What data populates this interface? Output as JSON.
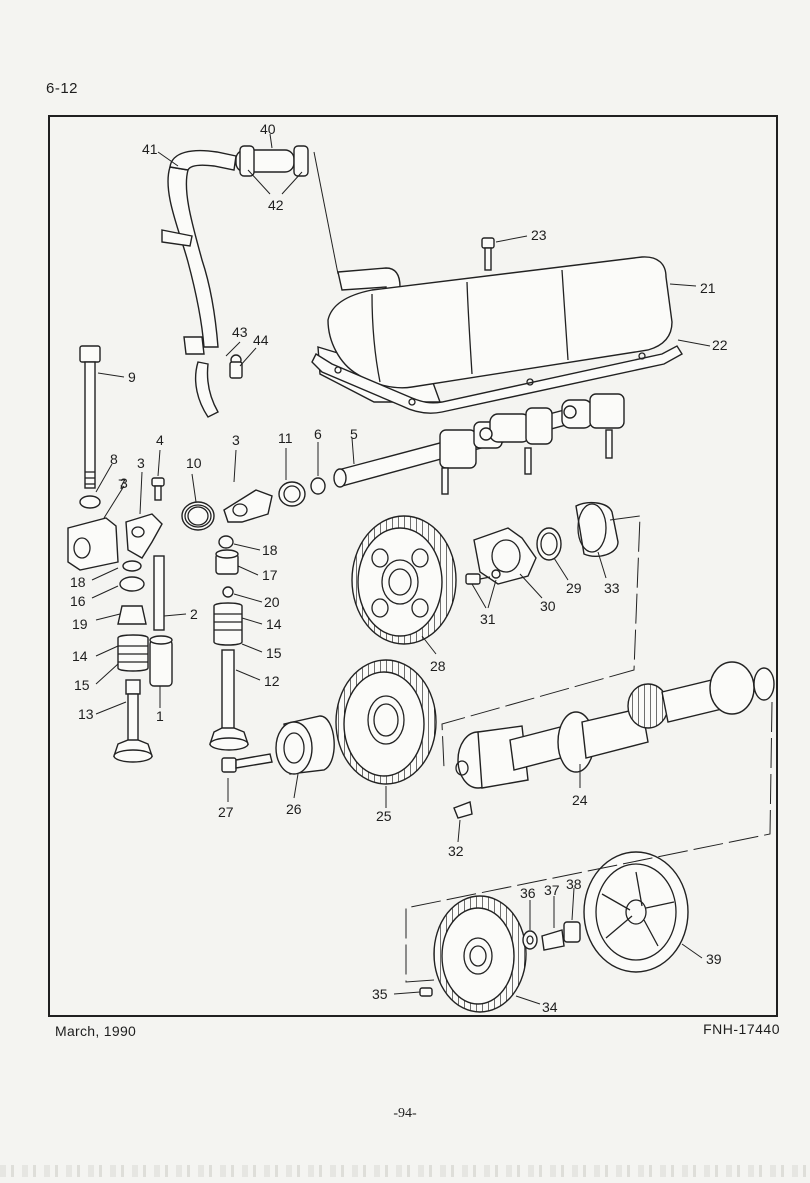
{
  "header": {
    "page_code": "6-12"
  },
  "footer": {
    "date": "March, 1990",
    "doc_number": "FNH-17440",
    "page_number": "-94-"
  },
  "diagram": {
    "callouts": [
      "1",
      "2",
      "3",
      "4",
      "5",
      "6",
      "7",
      "8",
      "9",
      "10",
      "11",
      "12",
      "13",
      "14",
      "15",
      "16",
      "17",
      "18",
      "19",
      "20",
      "21",
      "22",
      "23",
      "24",
      "25",
      "26",
      "27",
      "28",
      "29",
      "30",
      "31",
      "32",
      "33",
      "34",
      "35",
      "36",
      "37",
      "38",
      "39",
      "40",
      "41",
      "42",
      "43",
      "44"
    ],
    "labels": [
      {
        "id": "40",
        "text": "40"
      },
      {
        "id": "41",
        "text": "41"
      },
      {
        "id": "42",
        "text": "42"
      },
      {
        "id": "23",
        "text": "23"
      },
      {
        "id": "21",
        "text": "21"
      },
      {
        "id": "22",
        "text": "22"
      },
      {
        "id": "43",
        "text": "43"
      },
      {
        "id": "44",
        "text": "44"
      },
      {
        "id": "9",
        "text": "9"
      },
      {
        "id": "4",
        "text": "4"
      },
      {
        "id": "3a",
        "text": "3"
      },
      {
        "id": "3b",
        "text": "3"
      },
      {
        "id": "11",
        "text": "11"
      },
      {
        "id": "6",
        "text": "6"
      },
      {
        "id": "5",
        "text": "5"
      },
      {
        "id": "8",
        "text": "8"
      },
      {
        "id": "3c",
        "text": "3"
      },
      {
        "id": "10",
        "text": "10"
      },
      {
        "id": "7",
        "text": "7"
      },
      {
        "id": "18a",
        "text": "18"
      },
      {
        "id": "18b",
        "text": "18"
      },
      {
        "id": "16",
        "text": "16"
      },
      {
        "id": "17",
        "text": "17"
      },
      {
        "id": "20",
        "text": "20"
      },
      {
        "id": "19",
        "text": "19"
      },
      {
        "id": "2",
        "text": "2"
      },
      {
        "id": "14a",
        "text": "14"
      },
      {
        "id": "14b",
        "text": "14"
      },
      {
        "id": "15a",
        "text": "15"
      },
      {
        "id": "15b",
        "text": "15"
      },
      {
        "id": "13",
        "text": "13"
      },
      {
        "id": "1",
        "text": "1"
      },
      {
        "id": "12",
        "text": "12"
      },
      {
        "id": "29",
        "text": "29"
      },
      {
        "id": "33",
        "text": "33"
      },
      {
        "id": "31",
        "text": "31"
      },
      {
        "id": "30",
        "text": "30"
      },
      {
        "id": "28",
        "text": "28"
      },
      {
        "id": "27",
        "text": "27"
      },
      {
        "id": "26",
        "text": "26"
      },
      {
        "id": "25",
        "text": "25"
      },
      {
        "id": "24",
        "text": "24"
      },
      {
        "id": "32",
        "text": "32"
      },
      {
        "id": "36",
        "text": "36"
      },
      {
        "id": "37",
        "text": "37"
      },
      {
        "id": "38",
        "text": "38"
      },
      {
        "id": "39",
        "text": "39"
      },
      {
        "id": "35",
        "text": "35"
      },
      {
        "id": "34",
        "text": "34"
      }
    ]
  }
}
